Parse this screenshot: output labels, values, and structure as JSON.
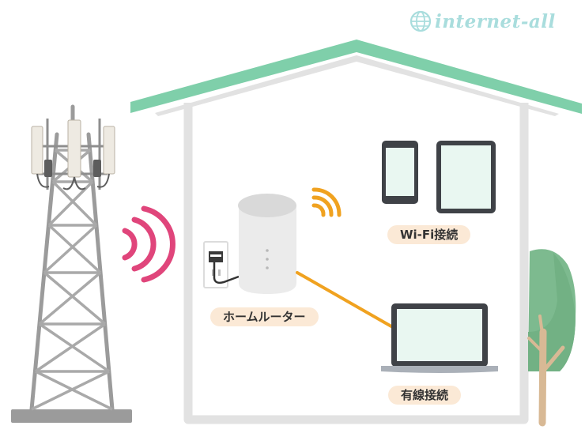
{
  "logo": {
    "text": "internet-all",
    "icon": "globe-icon",
    "color": "#a9dddd"
  },
  "labels": {
    "home_router": "ホームルーター",
    "wifi_connection": "Wi-Fi接続",
    "wired_connection": "有線接続"
  },
  "colors": {
    "roof": "#7fcfaa",
    "house_wall": "#e2e2e2",
    "cell_signal": "#e0457b",
    "wifi_signal": "#f0a220",
    "cable": "#f0a220",
    "label_bg": "#fbe9d6",
    "device_screen": "#e9f7f1",
    "device_body": "#3f4247",
    "tower": "#9b9b9b",
    "tree_foliage": "#7dba8f",
    "tree_trunk": "#d8b995"
  },
  "icons": [
    "cell-tower-icon",
    "cell-signal-icon",
    "house-icon",
    "wall-outlet-icon",
    "home-router-icon",
    "wifi-signal-icon",
    "smartphone-icon",
    "tablet-icon",
    "laptop-icon",
    "lan-cable-icon",
    "tree-icon"
  ]
}
